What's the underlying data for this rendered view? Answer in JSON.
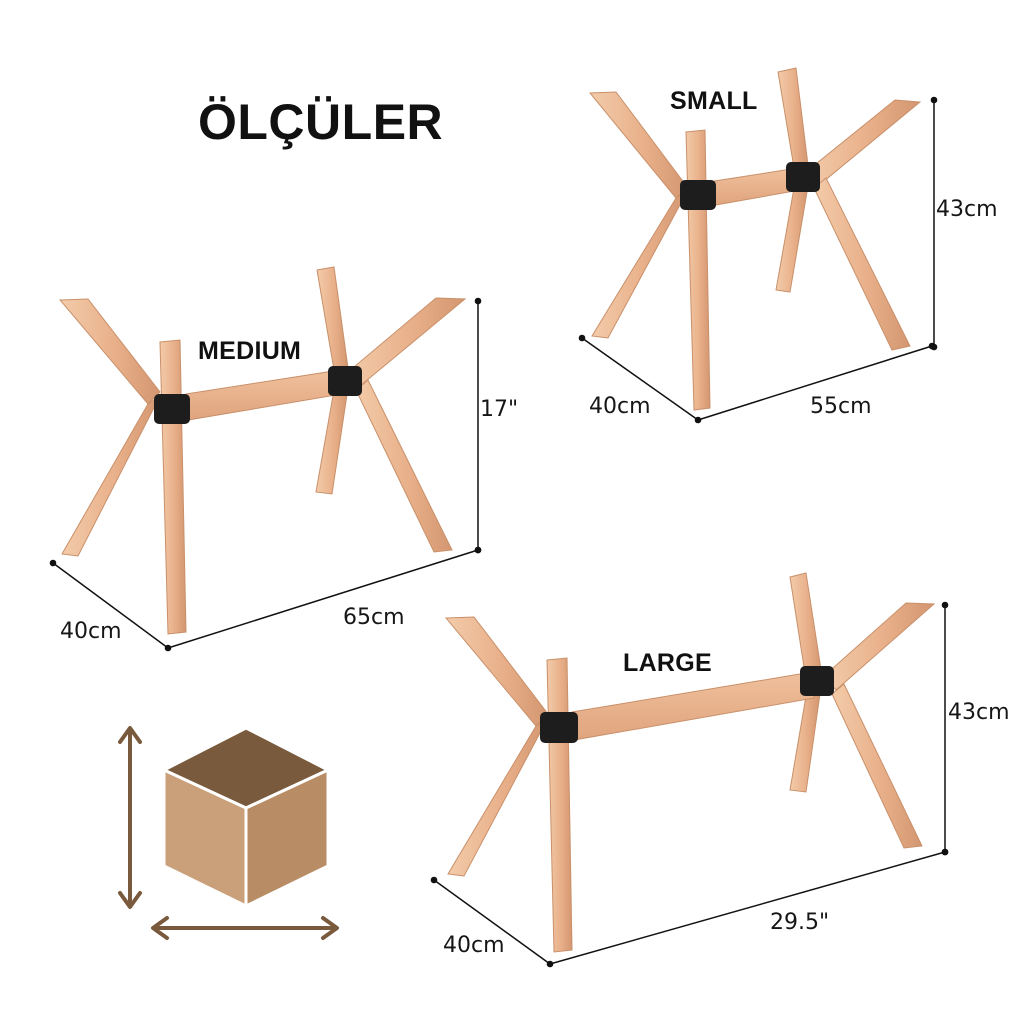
{
  "title": "ÖLÇÜLER",
  "products": {
    "small": {
      "label": "SMALL",
      "depth": "40cm",
      "length": "55cm",
      "height": "43cm"
    },
    "medium": {
      "label": "MEDIUM",
      "depth": "40cm",
      "length": "65cm",
      "height": "17\""
    },
    "large": {
      "label": "LARGE",
      "depth": "40cm",
      "length": "29.5\"",
      "height": "43cm"
    }
  },
  "colors": {
    "wood_light": "#f2c7a4",
    "wood_mid": "#e3a881",
    "wood_dark": "#c98a63",
    "joint": "#1d1d1d",
    "dimension_line": "#111111",
    "box_top": "#7a5a3c",
    "box_left": "#c9a07a",
    "box_right": "#b88d66",
    "box_arrow": "#7a5a3c"
  },
  "icons": [
    "box-dimension-icon",
    "vertical-arrow-icon",
    "horizontal-arrow-icon"
  ]
}
